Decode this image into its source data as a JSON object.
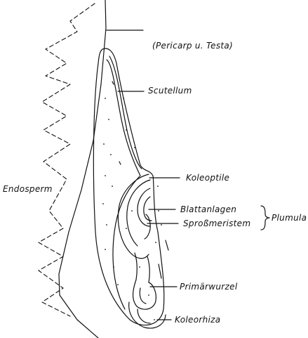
{
  "labels": {
    "pericarp": "(Pericarp u. Testa)",
    "scutellum": "Scutellum",
    "koleoptile": "Koleoptile",
    "endosperm": "Endosperm",
    "blattanlagen": "Blattanlagen",
    "sprossmeristem": "Sproßmeristem",
    "plumula": "Plumula",
    "primaerwurzel": "Primärwurzel",
    "koleorhiza": "Koleorhiza"
  },
  "colors": {
    "ink": "#111111",
    "paper": "#ffffff"
  }
}
